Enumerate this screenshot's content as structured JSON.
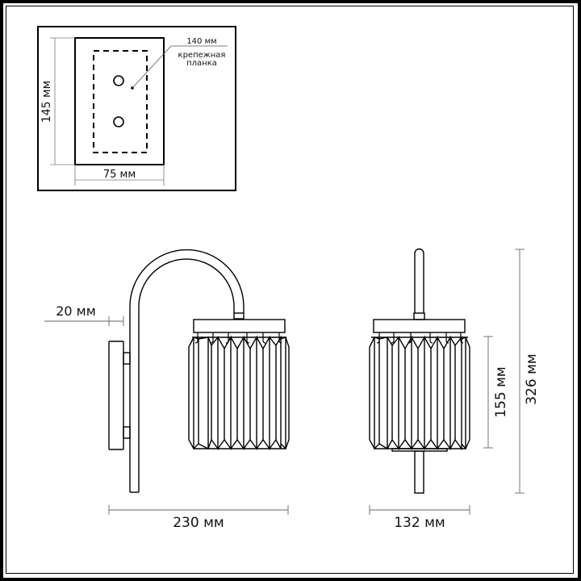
{
  "diagram": {
    "type": "technical-drawing",
    "subject": "wall sconce with crystal shade",
    "inset": {
      "plate_height_label": "145 мм",
      "plate_width_label": "75 мм",
      "bracket_length_label": "140 мм",
      "bracket_caption_line1": "крепежная",
      "bracket_caption_line2": "планка"
    },
    "side_view": {
      "wall_offset_label": "20 мм",
      "width_label": "230 мм"
    },
    "front_view": {
      "shade_height_label": "155 мм",
      "total_height_label": "326 мм",
      "width_label": "132 мм"
    },
    "colors": {
      "line": "#000000",
      "dim_line": "#555555",
      "background": "#ffffff"
    }
  }
}
